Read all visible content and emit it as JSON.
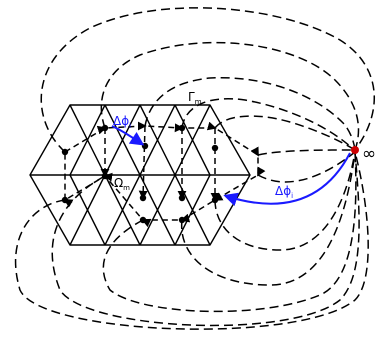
{
  "labels": {
    "gamma": {
      "main": "Γ",
      "sub": "m"
    },
    "omega": {
      "main": "Ω",
      "sub": "m"
    },
    "dphi_left": {
      "main": "Δϕ",
      "sub": "i"
    },
    "dphi_right": {
      "main": "Δϕ",
      "sub": "i"
    },
    "infinity": "∞"
  },
  "colors": {
    "lines": "#000000",
    "arrows_blue": "#1a1aff",
    "infinity_node": "#cc0000"
  }
}
